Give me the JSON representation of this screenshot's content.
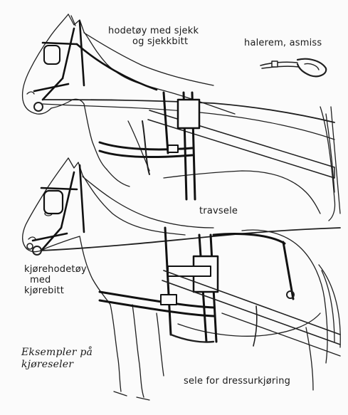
{
  "labels": {
    "headstall_line1": "hodetøy med sjekk",
    "headstall_line2": "og sjekkbitt",
    "tail_strap": "halerem, asmiss",
    "trotting_harness": "travsele",
    "driving_bridle_line1": "kjørehodetøy",
    "driving_bridle_line2": "med",
    "driving_bridle_line3": "kjørebitt",
    "examples_line1": "Eksempler på",
    "examples_line2": "kjøreseler",
    "dressage_harness": "sele for dressurkjøring"
  },
  "colors": {
    "ink": "#1a1a1a",
    "leather_dark": "#2b2b2b",
    "paper": "#fbfbfb"
  }
}
